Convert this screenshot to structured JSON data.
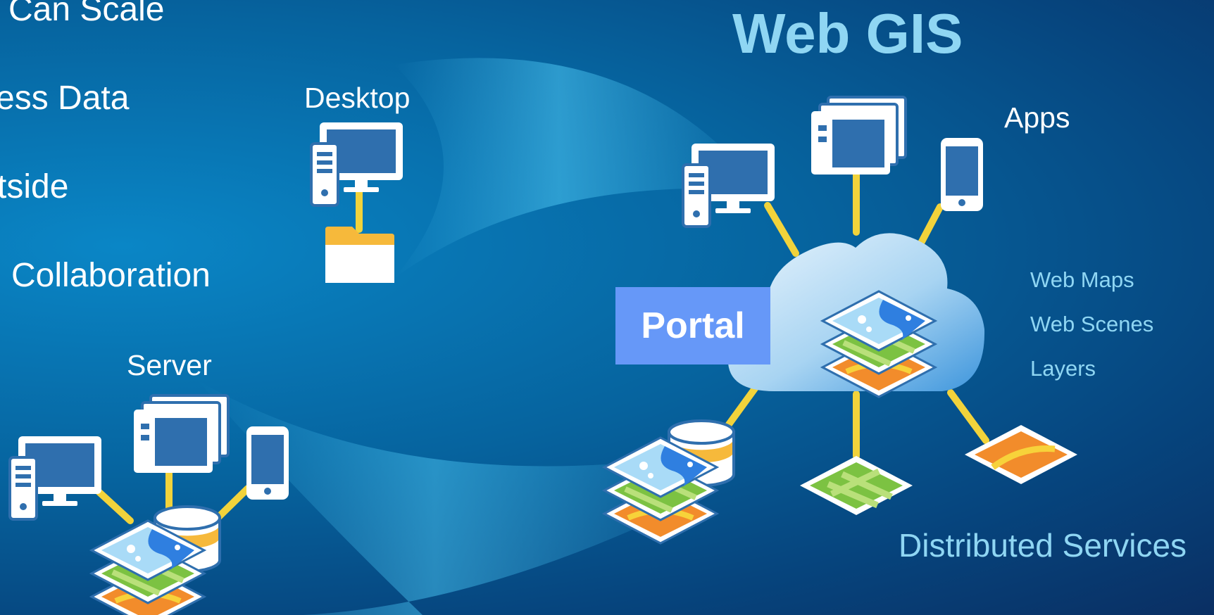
{
  "left_items": [
    "Can Scale",
    "ess Data",
    "tside",
    "Collaboration"
  ],
  "title": "Web GIS",
  "labels": {
    "desktop": "Desktop",
    "server": "Server",
    "apps": "Apps",
    "portal": "Portal",
    "distributed": "Distributed Services"
  },
  "content_types": [
    "Web Maps",
    "Web Scenes",
    "Layers"
  ],
  "colors": {
    "connector": "#f2d33b",
    "portal": "#6698f8",
    "title": "#8fd6f3",
    "device_blue": "#2f6fae",
    "device_white": "#ffffff",
    "folder_yellow": "#f6b93b",
    "layer_blue": "#5bb4f2",
    "layer_green": "#7cc242",
    "layer_orange": "#f28c2b"
  },
  "icons": [
    "desktop-computer-icon",
    "folder-icon",
    "browser-window-icon",
    "phone-icon",
    "cloud-icon",
    "database-icon",
    "layer-stack-icon",
    "map-tile-icon"
  ]
}
